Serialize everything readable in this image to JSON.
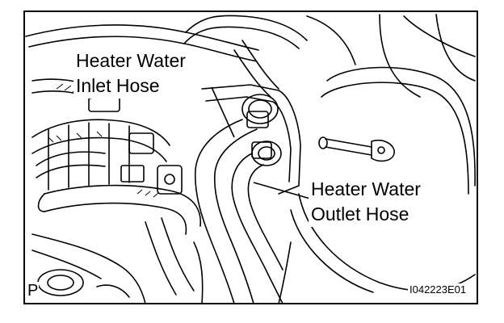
{
  "labels": {
    "inlet_line1": "Heater Water",
    "inlet_line2": "Inlet Hose",
    "outlet_line1": "Heater Water",
    "outlet_line2": "Outlet Hose",
    "p_mark": "P",
    "figure_id": "I042223E01"
  }
}
